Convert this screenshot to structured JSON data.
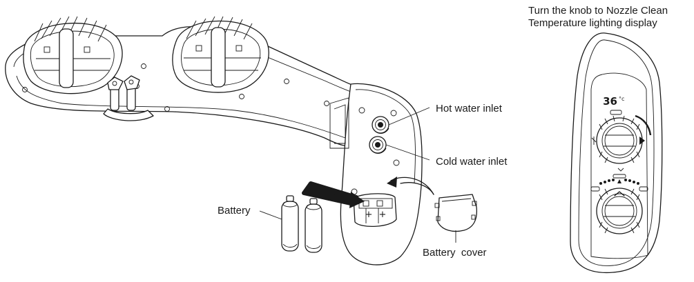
{
  "labels": {
    "hot_water_inlet": "Hot water inlet",
    "cold_water_inlet": "Cold water inlet",
    "battery": "Battery",
    "battery_cover": "Battery  cover",
    "caption_line1": "Turn the knob to Nozzle Clean",
    "caption_line2": "Temperature lighting display"
  },
  "panel": {
    "temperature_readout": "36",
    "temperature_unit": "°c"
  },
  "battery_terminals": {
    "left_polarity": "+",
    "right_polarity": "+"
  },
  "icons": [
    "thermometer-knob-icon",
    "flow-knob-icon",
    "arrow-icon",
    "battery-icon"
  ],
  "colors": {
    "line": "#1a1a1a",
    "background": "#ffffff"
  }
}
